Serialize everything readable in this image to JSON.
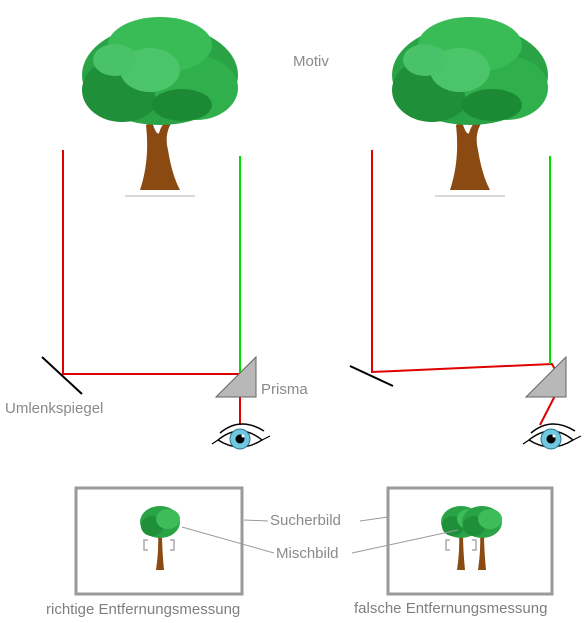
{
  "labels": {
    "motiv": "Motiv",
    "umlenkspiegel": "Umlenkspiegel",
    "prisma": "Prisma",
    "sucherbild": "Sucherbild",
    "mischbild": "Mischbild"
  },
  "captions": {
    "left": "richtige Entfernungsmessung",
    "right": "falsche Entfernungsmessung"
  },
  "colors": {
    "mirror_beam": "#e00000",
    "direct_beam": "#00dd00",
    "foliage": "#1f9a3a",
    "trunk": "#8b4513",
    "frame": "#9a9a9a",
    "prism": "#b8b8b8",
    "label_text": "#8a8a8a"
  },
  "icons": {
    "motif": "tree-icon",
    "mirror": "mirror-icon",
    "prism": "prism-icon",
    "eye": "eye-icon"
  }
}
